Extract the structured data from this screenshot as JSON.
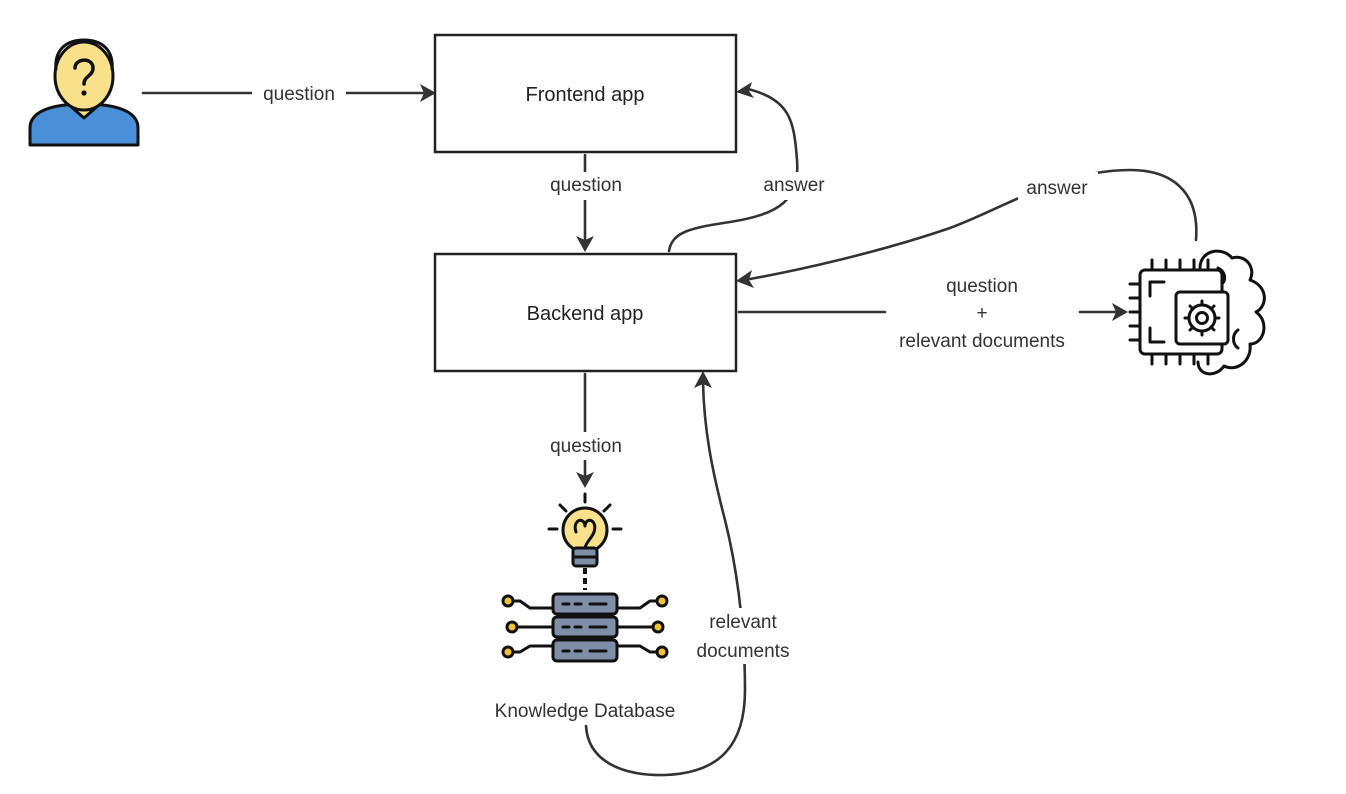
{
  "nodes": {
    "frontend": "Frontend app",
    "backend": "Backend app",
    "knowledge_db": "Knowledge Database"
  },
  "edges": {
    "user_to_frontend": "question",
    "frontend_to_backend": "question",
    "backend_to_frontend": "answer",
    "llm_to_backend": "answer",
    "backend_to_llm_line1": "question",
    "backend_to_llm_line2": "+",
    "backend_to_llm_line3": "relevant documents",
    "backend_to_db": "question",
    "db_to_backend_line1": "relevant",
    "db_to_backend_line2": "documents"
  },
  "icons": {
    "user": "user-question-icon",
    "llm": "ai-chip-brain-icon",
    "idea": "lightbulb-icon",
    "database": "database-server-icon"
  },
  "colors": {
    "user_head": "#f9e08b",
    "user_body": "#4a90d9",
    "bulb": "#f9e08b",
    "server": "#7d8ea6",
    "nodes": "#f1c232"
  }
}
